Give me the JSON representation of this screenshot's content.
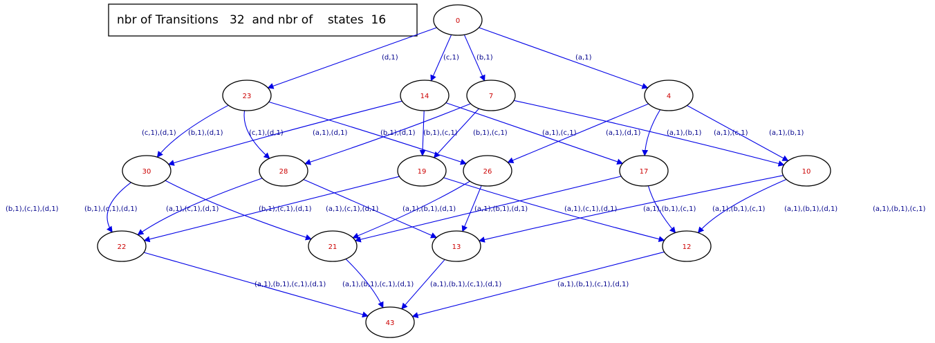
{
  "title": "nbr of Transitions   32  and nbr of    states  16",
  "colors": {
    "edge": "#0000e6",
    "edge_label": "#00008b",
    "node_label": "#cc0000",
    "node_outline": "#000000"
  },
  "nodes": [
    "0",
    "23",
    "14",
    "7",
    "4",
    "30",
    "28",
    "19",
    "26",
    "17",
    "10",
    "22",
    "21",
    "13",
    "12",
    "43"
  ],
  "edges": [
    {
      "from": "0",
      "to": "23",
      "label": "(d,1)"
    },
    {
      "from": "0",
      "to": "14",
      "label": "(c,1)"
    },
    {
      "from": "0",
      "to": "7",
      "label": "(b,1)"
    },
    {
      "from": "0",
      "to": "4",
      "label": "(a,1)"
    },
    {
      "from": "23",
      "to": "30",
      "label": "(c,1),(d,1)"
    },
    {
      "from": "23",
      "to": "28",
      "label": "(b,1),(d,1)"
    },
    {
      "from": "23",
      "to": "26",
      "label": "(a,1),(d,1)"
    },
    {
      "from": "14",
      "to": "30",
      "label": "(c,1),(d,1)"
    },
    {
      "from": "14",
      "to": "19",
      "label": "(b,1),(c,1)"
    },
    {
      "from": "14",
      "to": "17",
      "label": "(a,1),(c,1)"
    },
    {
      "from": "7",
      "to": "28",
      "label": "(b,1),(d,1)"
    },
    {
      "from": "7",
      "to": "19",
      "label": "(b,1),(c,1)"
    },
    {
      "from": "7",
      "to": "10",
      "label": "(a,1),(b,1)"
    },
    {
      "from": "4",
      "to": "26",
      "label": "(a,1),(d,1)"
    },
    {
      "from": "4",
      "to": "17",
      "label": "(a,1),(c,1)"
    },
    {
      "from": "4",
      "to": "10",
      "label": "(a,1),(b,1)"
    },
    {
      "from": "30",
      "to": "22",
      "label": "(b,1),(c,1),(d,1)"
    },
    {
      "from": "30",
      "to": "21",
      "label": "(a,1),(c,1),(d,1)"
    },
    {
      "from": "28",
      "to": "22",
      "label": "(b,1),(c,1),(d,1)"
    },
    {
      "from": "28",
      "to": "13",
      "label": "(a,1),(b,1),(d,1)"
    },
    {
      "from": "19",
      "to": "22",
      "label": "(b,1),(c,1),(d,1)"
    },
    {
      "from": "19",
      "to": "12",
      "label": "(a,1),(b,1),(c,1)"
    },
    {
      "from": "26",
      "to": "21",
      "label": "(a,1),(c,1),(d,1)"
    },
    {
      "from": "26",
      "to": "13",
      "label": "(a,1),(b,1),(d,1)"
    },
    {
      "from": "17",
      "to": "21",
      "label": "(a,1),(c,1),(d,1)"
    },
    {
      "from": "17",
      "to": "12",
      "label": "(a,1),(b,1),(c,1)"
    },
    {
      "from": "10",
      "to": "13",
      "label": "(a,1),(b,1),(d,1)"
    },
    {
      "from": "10",
      "to": "12",
      "label": "(a,1),(b,1),(c,1)"
    },
    {
      "from": "22",
      "to": "43",
      "label": "(a,1),(b,1),(c,1),(d,1)"
    },
    {
      "from": "21",
      "to": "43",
      "label": "(a,1),(b,1),(c,1),(d,1)"
    },
    {
      "from": "13",
      "to": "43",
      "label": "(a,1),(b,1),(c,1),(d,1)"
    },
    {
      "from": "12",
      "to": "43",
      "label": "(a,1),(b,1),(c,1),(d,1)"
    }
  ]
}
